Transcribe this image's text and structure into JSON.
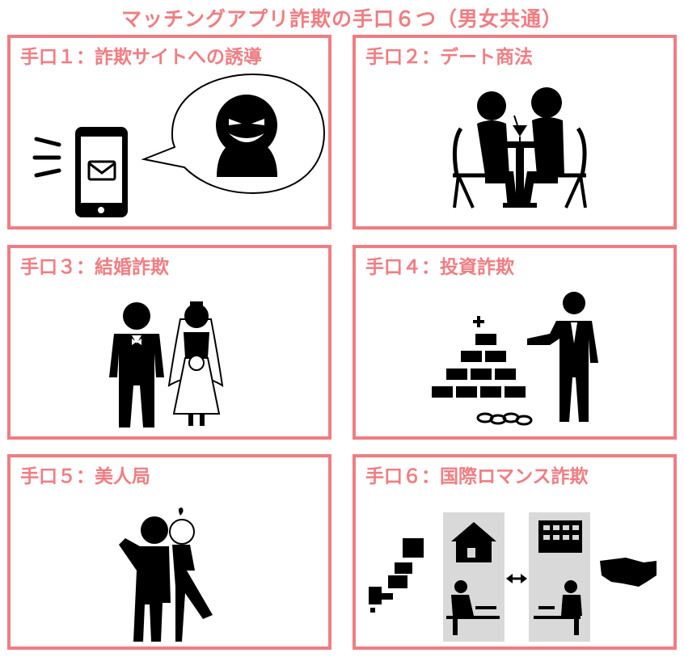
{
  "title": "マッチングアプリ詐欺の手口６つ（男女共通）",
  "panels": [
    {
      "label": "手口１：詐欺サイトへの誘導",
      "icons": [
        "smartphone-icon",
        "mail-icon",
        "speech-bubble-icon",
        "evil-face-icon"
      ]
    },
    {
      "label": "手口２：デート商法",
      "icons": [
        "couple-cafe-table-icon"
      ]
    },
    {
      "label": "手口３：結婚詐欺",
      "icons": [
        "groom-icon",
        "bride-icon"
      ]
    },
    {
      "label": "手口４：投資詐欺",
      "icons": [
        "gold-bars-icon",
        "businessman-icon"
      ]
    },
    {
      "label": "手口５：美人局",
      "icons": [
        "couple-flirting-icon"
      ]
    },
    {
      "label": "手口６：国際ロマンス詐欺",
      "icons": [
        "japan-map-icon",
        "house-icon",
        "office-building-icon",
        "arrow-both-icon",
        "person-laptop-icon",
        "usa-map-icon"
      ]
    }
  ],
  "colors": {
    "accent": "#f07d82",
    "ink": "#000000",
    "panel_gray": "#d9d9d9"
  }
}
